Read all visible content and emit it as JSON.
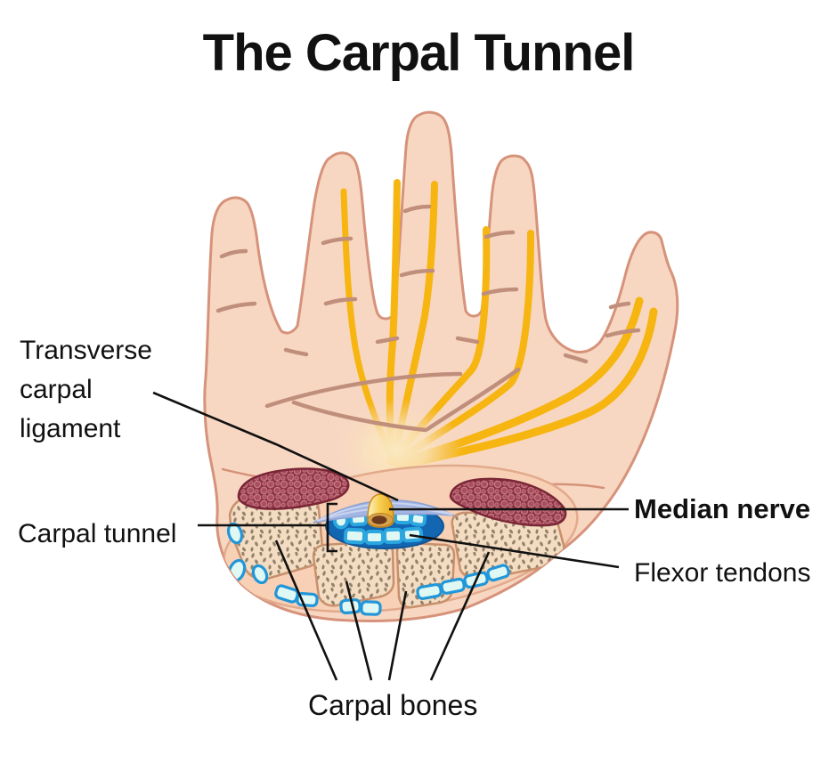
{
  "title": "The Carpal Tunnel",
  "labels": {
    "transverse_carpal_ligament": "Transverse carpal ligament",
    "carpal_tunnel": "Carpal tunnel",
    "median_nerve": "Median nerve",
    "flexor_tendons": "Flexor tendons",
    "carpal_bones": "Carpal bones"
  },
  "colors": {
    "skin": "#F8D7C2",
    "skin_outline": "#D6927A",
    "crease": "#C08F7C",
    "nerve_yellow": "#F6B511",
    "tunnel_blue": "#1366B2",
    "tendon_fill": "#DFF8F4",
    "tendon_outline": "#2BA6DF",
    "muscle_red": "#8E3341",
    "muscle_outline": "#7A2636",
    "ligament_blue": "#A3B5E2",
    "bone_fill": "#F3DCC1",
    "bone_outline": "#C8906C",
    "label_color": "#111111"
  }
}
